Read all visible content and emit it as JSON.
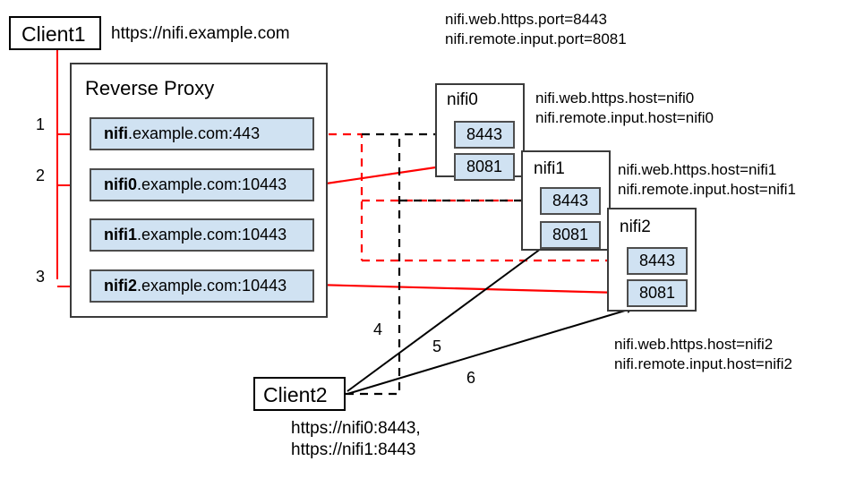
{
  "diagram": {
    "type": "network-architecture",
    "clients": {
      "client1": {
        "label": "Client1",
        "url": "https://nifi.example.com"
      },
      "client2": {
        "label": "Client2",
        "urls_line1": "https://nifi0:8443,",
        "urls_line2": "https://nifi1:8443"
      }
    },
    "reverse_proxy": {
      "title": "Reverse Proxy",
      "entries": [
        {
          "host_bold": "nifi",
          "rest": ".example.com:443"
        },
        {
          "host_bold": "nifi0",
          "rest": ".example.com:10443"
        },
        {
          "host_bold": "nifi1",
          "rest": ".example.com:10443"
        },
        {
          "host_bold": "nifi2",
          "rest": ".example.com:10443"
        }
      ]
    },
    "global_props": {
      "line1": "nifi.web.https.port=8443",
      "line2": "nifi.remote.input.port=8081"
    },
    "nodes": [
      {
        "name": "nifi0",
        "ports": [
          "8443",
          "8081"
        ],
        "props_line1": "nifi.web.https.host=nifi0",
        "props_line2": "nifi.remote.input.host=nifi0"
      },
      {
        "name": "nifi1",
        "ports": [
          "8443",
          "8081"
        ],
        "props_line1": "nifi.web.https.host=nifi1",
        "props_line2": "nifi.remote.input.host=nifi1"
      },
      {
        "name": "nifi2",
        "ports": [
          "8443",
          "8081"
        ],
        "props_line1": "nifi.web.https.host=nifi2",
        "props_line2": "nifi.remote.input.host=nifi2"
      }
    ],
    "flow_labels": {
      "one": "1",
      "two": "2",
      "three": "3",
      "four": "4",
      "five": "5",
      "six": "6"
    },
    "colors": {
      "red": "#ff0000",
      "black": "#000000",
      "port_fill": "#d0e2f2",
      "port_stroke": "#4d4d4d",
      "box_stroke": "#000000",
      "background": "#ffffff"
    }
  }
}
